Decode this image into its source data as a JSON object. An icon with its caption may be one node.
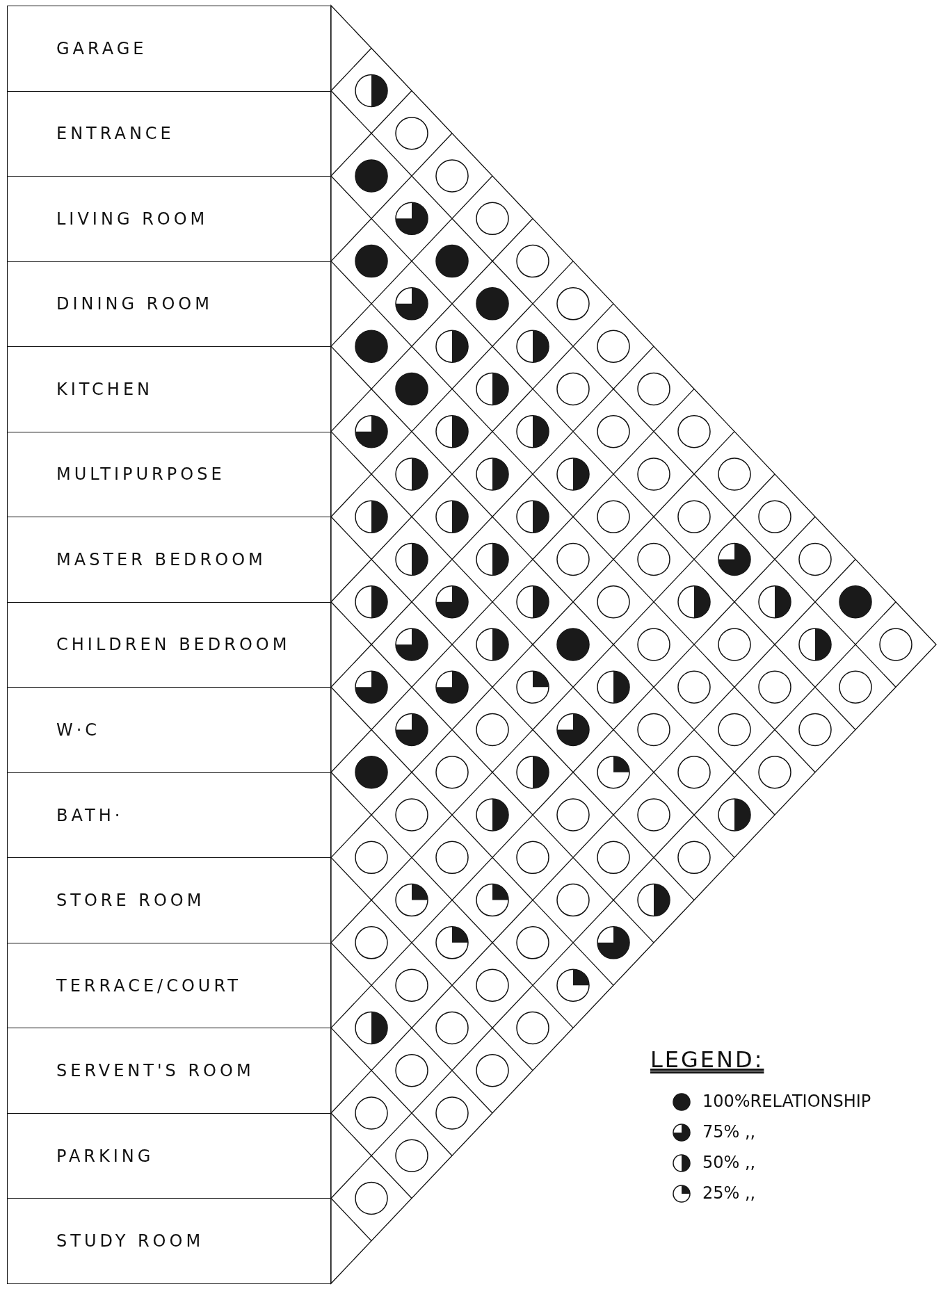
{
  "diagram": {
    "nodes": [
      {
        "text": [
          "GARAGE"
        ]
      },
      {
        "text": [
          "ENTRANCE"
        ]
      },
      {
        "text": [
          "LIVING ROOM"
        ]
      },
      {
        "text": [
          "DINING ROOM"
        ]
      },
      {
        "text": [
          "KITCHEN"
        ]
      },
      {
        "text": [
          "MULTIPURPOSE"
        ]
      },
      {
        "text": [
          "MASTER BEDROOM"
        ]
      },
      {
        "text": [
          "CHILDREN BEDROOM"
        ]
      },
      {
        "text": [
          "W·C"
        ]
      },
      {
        "text": [
          "BATH·"
        ]
      },
      {
        "text": [
          "STORE ROOM"
        ]
      },
      {
        "text": [
          "TERRACE/COURT"
        ]
      },
      {
        "text": [
          "SERVENT'S ROOM"
        ]
      },
      {
        "text": [
          "PARKING"
        ]
      },
      {
        "text": [
          "STUDY ROOM"
        ]
      }
    ],
    "labels": [
      "LEGEND:"
    ],
    "legend": [
      {
        "text": "100%RELATIONSHIP"
      },
      {
        "text": "75% ,,"
      },
      {
        "text": "50% ,,"
      },
      {
        "text": "25% ,,"
      }
    ]
  }
}
